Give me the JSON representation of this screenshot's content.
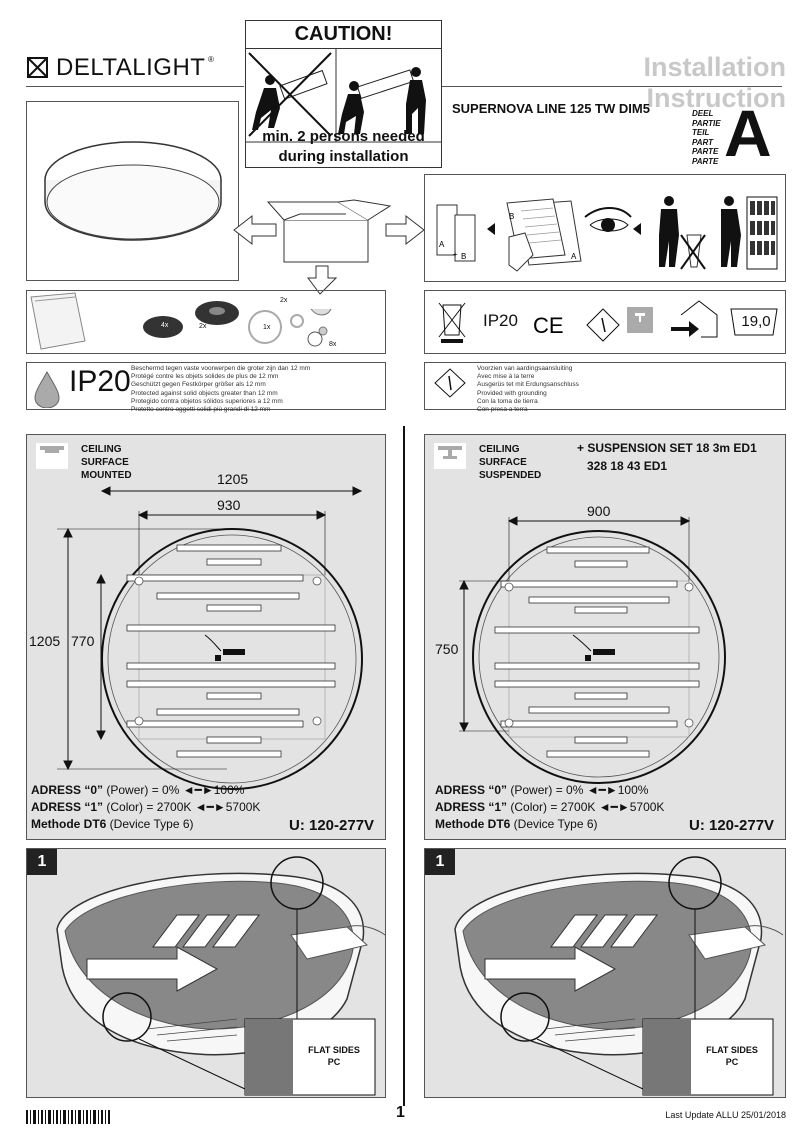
{
  "brand": {
    "name": "DELTALIGHT",
    "reg": "®"
  },
  "caution": {
    "title": "CAUTION!",
    "line1": "min. 2 persons needed",
    "line2": "during installation"
  },
  "header": {
    "title": "Installation Instruction",
    "product": "SUPERNOVA LINE 125 TW DIM5"
  },
  "part": {
    "labels": [
      "DEEL",
      "PARTIE",
      "TEIL",
      "PART",
      "PARTE",
      "PARTE"
    ],
    "letter": "A"
  },
  "contents": {
    "qty_cap": "4x",
    "qty_ring": "2x",
    "qty_cable": "1x",
    "qty_hook": "2x",
    "qty_clip": "8x"
  },
  "icons": {
    "weight": "19,0",
    "ip": "IP20"
  },
  "ip_info": {
    "label": "IP20",
    "lines": [
      "Beschermd tegen vaste voorwerpen die groter zijn dan 12 mm",
      "Protégé contre les objets solides de plus de 12 mm",
      "Geschützt gegen Festkörper größer als 12 mm",
      "Protected against solid objects greater than 12 mm",
      "Protegido contra objetos sólidos superiores a 12 mm",
      "Protetto contro oggetti solidi più grandi di 12 mm"
    ]
  },
  "ground_info": {
    "lines": [
      "Voorzien van aardingsaansluiting",
      "Avec mise à la terre",
      "Ausgerüs tet mit Erdungsanschluss",
      "Provided with grounding",
      "Con la toma de tierra",
      "Con presa a terra"
    ]
  },
  "panel_left": {
    "mount": [
      "CEILING",
      "SURFACE",
      "MOUNTED"
    ],
    "dim_outer": "1205",
    "dim_inner": "930",
    "dim_v_outer": "1205",
    "dim_v_inner": "770",
    "addr0_a": "ADRESS “0”",
    "addr0_b": " (Power) = 0% ",
    "addr0_c": "100%",
    "addr1_a": "ADRESS “1”",
    "addr1_b": " (Color) = 2700K ",
    "addr1_c": "5700K",
    "meth_a": "Methode DT6",
    "meth_b": " (Device Type 6)",
    "voltage": "U: 120-277V"
  },
  "panel_right": {
    "mount": [
      "CEILING",
      "SURFACE",
      "SUSPENDED"
    ],
    "suspension1": "+ SUSPENSION SET 18 3m ED1",
    "suspension2": "328 18 43 ED1",
    "dim_inner": "900",
    "dim_v_inner": "750",
    "addr0_a": "ADRESS “0”",
    "addr0_b": " (Power) = 0% ",
    "addr0_c": "100%",
    "addr1_a": "ADRESS “1”",
    "addr1_b": " (Color) = 2700K ",
    "addr1_c": "5700K",
    "meth_a": "Methode DT6",
    "meth_b": " (Device Type 6)",
    "voltage": "U: 120-277V"
  },
  "steps": {
    "left_num": "1",
    "right_num": "1",
    "flat_sides": "FLAT SIDES",
    "pc": "PC"
  },
  "footer": {
    "page": "1",
    "update": "Last Update ALLU 25/01/2018"
  }
}
